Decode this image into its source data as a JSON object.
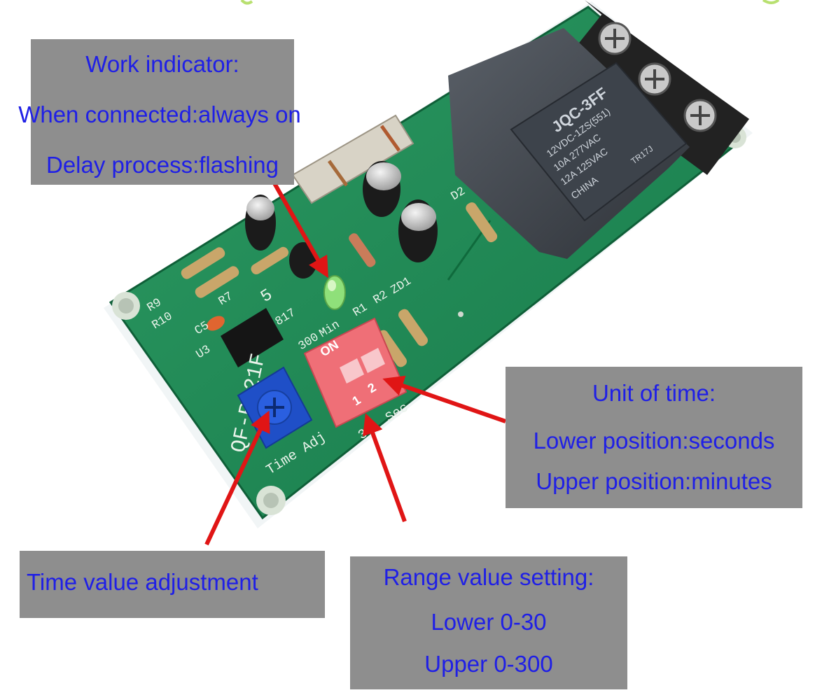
{
  "callouts": {
    "work_indicator": {
      "title": "Work indicator:",
      "line2": "When connected:always on",
      "line3": "Delay process:flashing"
    },
    "unit_of_time": {
      "title": "Unit of time:",
      "line2": "Lower position:seconds",
      "line3": "Upper position:minutes"
    },
    "time_value": {
      "title": "Time value adjustment"
    },
    "range_value": {
      "title": "Range value setting:",
      "line2": "Lower 0-30",
      "line3": "Upper 0-300"
    }
  },
  "board": {
    "model": "QF-RD21F",
    "relay_brand": "JQC-3FF",
    "relay_lines": [
      "12VDC-1ZS(551)",
      "10A 277VAC",
      "12A 125VAC",
      "CHINA",
      "TR17J"
    ],
    "pot_label": "Time Adj",
    "dip_on": "ON",
    "dip_1": "1",
    "dip_2": "2",
    "dip_scale_hi": "300",
    "dip_scale_lo": "30",
    "dip_unit_min": "Min",
    "dip_unit_sec": "Sec",
    "silk": [
      "R9",
      "R10",
      "R7",
      "C5",
      "U3",
      "817",
      "R1",
      "R2",
      "ZD1",
      "D2",
      "5"
    ]
  },
  "colors": {
    "callout_bg": "#8e8e8e",
    "callout_text": "#1f1fe6",
    "pcb": "#1f8a52",
    "arrow": "#e01515"
  }
}
